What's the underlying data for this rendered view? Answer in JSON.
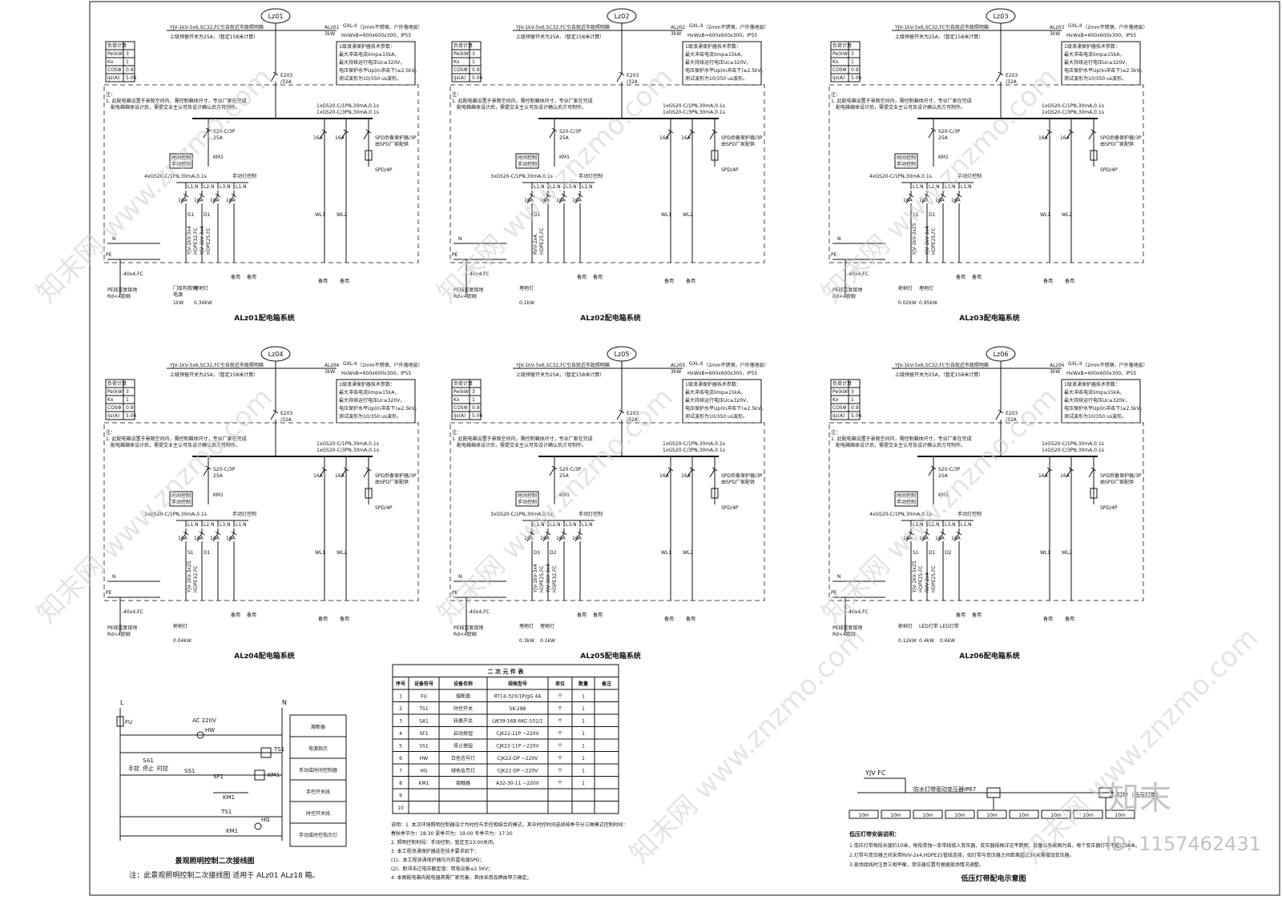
{
  "common": {
    "feeder_cable": "YJV-1kV-5x6,SC32,FC引自就近市政照明箱",
    "upper_breaker": "上级预留开关为25A，（暂定158米计算）",
    "box_model": "GXL-II",
    "box_spec": "（2mm不锈钢，户外落地层）",
    "box_dims": "HxWxB=600x600x300，IP55",
    "power": "3kW",
    "load_table": [
      [
        "负荷计算",
        ""
      ],
      [
        "Pe(kW)",
        "3"
      ],
      [
        "Kx",
        "1"
      ],
      [
        "COSΦ",
        "0.9"
      ],
      [
        "Ijs(A)",
        "5.06"
      ]
    ],
    "spd_notes": [
      "1级浪涌保护器技术参数：",
      "最大冲击电流Iimp≥15kA，",
      "最大持续运行电压Uc≥320V，",
      "电压保护水平Up(In冲击下)≤2.5kV，",
      "测试波形为10/350 us波形。"
    ],
    "note_title": "注：",
    "note_lines": [
      "1. 此配电箱设置于景观空间内，需控制箱体尺寸，专业厂家在完成",
      "配电箱箱体设计后，需提交业主认可及设计确认后方可制作。"
    ],
    "main_breaker": [
      "E203",
      "/32A"
    ],
    "branch_rcbo_1": "1xGS20-C/1PN,30mA,0.1s",
    "branch_rcbo_3": "1xGS20-C/3PN,30mA,0.1s",
    "contactor_breaker": [
      "S20-C/3P",
      "25A"
    ],
    "km1": "KM1",
    "timer_control": [
      "时间控制",
      "手动控制"
    ],
    "spd_text": [
      "SPD后备保护器/3P",
      "由SPD厂家配供"
    ],
    "spd_label": "SPD/4P",
    "manual_control": "手动灯控制",
    "phase_labels": [
      "L1,N",
      "L2,N",
      "L3,N",
      "L1,N"
    ],
    "branch_amp": "16A",
    "wl1": "WL1",
    "wl2": "WL2",
    "spare": "备用",
    "n_label": "N",
    "pe_label": "PE",
    "earth_flat": "-40x4,FC",
    "earth_note": [
      "PE线重复接地",
      "Rd<4欧姆"
    ]
  },
  "boxes": [
    {
      "title": "ALz01配电箱系统",
      "bubble": "Lz01",
      "box_code": "ALz01",
      "rcbo": "4xGS20-C/1PN,30mA,0.1s",
      "outs": [
        "G1",
        "D1"
      ],
      "cables": [
        "YJV-1kV-3x4",
        "HDPE32,FC",
        "YJV-1kV-3x4",
        "HDPE25,FC"
      ],
      "loads": [
        [
          "门厚构筑物",
          "电源",
          "1kW"
        ],
        [
          "埋地灯",
          "",
          "0.34kW"
        ]
      ]
    },
    {
      "title": "ALz02配电箱系统",
      "bubble": "Lz02",
      "box_code": "ALz02",
      "rcbo": "3xGS20-C/1PN,30mA,0.1s",
      "outs": [
        "D1",
        ""
      ],
      "cables": [
        "RVV-2x4,",
        "HDPE25,FC",
        "",
        ""
      ],
      "loads": [
        [
          "埋地灯",
          "",
          "0.1kW"
        ]
      ]
    },
    {
      "title": "ALz03配电箱系统",
      "bubble": "Lz03",
      "box_code": "ALz03",
      "rcbo": "4xGS20-C/1PN,30mA,0.1s",
      "outs": [
        "S1",
        "D1"
      ],
      "cables": [
        "YJV-1kV-3x25",
        "",
        "YJV-1kV-3x4",
        "HDPE25,FC"
      ],
      "loads": [
        [
          "射树灯",
          "",
          "0.02kW"
        ],
        [
          "埋地灯",
          "",
          "0.95kW"
        ]
      ]
    },
    {
      "title": "ALz04配电箱系统",
      "bubble": "Lz04",
      "box_code": "ALz04",
      "rcbo": "3xGS20-C/1PN,30mA,0.1s",
      "outs": [
        "S1",
        "D1"
      ],
      "cables": [
        "YJV-1kV-3x25",
        "HDPE32,FC",
        "",
        ""
      ],
      "loads": [
        [
          "射树灯",
          "",
          "0.04kW"
        ]
      ]
    },
    {
      "title": "ALz05配电箱系统",
      "bubble": "Lz05",
      "box_code": "ALz05",
      "rcbo": "3xGS20-C/1PN,30mA,0.1s",
      "outs": [
        "D1",
        "D2"
      ],
      "cables": [
        "YJV-1kV-3x4",
        "HDPE25,FC",
        "YJV-1kV-3x4",
        "HDPE32,FC"
      ],
      "loads": [
        [
          "埋地灯",
          "",
          "0.3kW"
        ],
        [
          "埋地灯",
          "",
          "0.1kW"
        ]
      ]
    },
    {
      "title": "ALz06配电箱系统",
      "bubble": "Lz06",
      "box_code": "ALz06",
      "rcbo": "4xGS20-C/1PN,30mA,0.1s",
      "outs": [
        "S1",
        "D1",
        "D2"
      ],
      "cables": [
        "YJV-1kV-3x25",
        "HDPE25,FC",
        "RVV-2x4",
        "HDPE25,FC"
      ],
      "loads": [
        [
          "射树灯",
          "",
          "0.12kW"
        ],
        [
          "LED灯带",
          "",
          "0.4kW"
        ],
        [
          "LED灯带",
          "",
          "0.6kW"
        ]
      ]
    }
  ],
  "control": {
    "title": "景观照明控制二次接线图",
    "footnote": "注：此景观照明控制二次接线图 适用于 ALz01 ALz18 箱。",
    "ac": "AC 220V",
    "labels": {
      "L": "L",
      "N": "N",
      "FU": "FU",
      "HW": "HW",
      "TS1": "TS1",
      "SA1": "SA1",
      "SS1": "SS1",
      "SF1": "SF1",
      "KM1": "KM1",
      "HG": "HG",
      "manual": "手控",
      "stop": "停止",
      "timer": "时控"
    },
    "legend": [
      "熔断器",
      "电源指示",
      "手动或时间控制器",
      "手控开关线",
      "时控开关线",
      "手动或时控指示灯"
    ]
  },
  "table": {
    "title": "二 次 元 件 表",
    "headers": [
      "序号",
      "设备符号",
      "设备名称",
      "规格型号",
      "单位",
      "数量",
      "备注"
    ],
    "rows": [
      [
        "1",
        "FU",
        "熔断器",
        "RT14-32X/1P/gG 4A",
        "个",
        "1",
        ""
      ],
      [
        "2",
        "TS1",
        "时控开关",
        "SK-288",
        "个",
        "1",
        ""
      ],
      [
        "3",
        "SA1",
        "转换开关",
        "LW39-16B-6KC-101/1",
        "个",
        "1",
        ""
      ],
      [
        "4",
        "SF1",
        "启动按钮",
        "CJK22-11P ~220V",
        "个",
        "1",
        ""
      ],
      [
        "5",
        "SS1",
        "停止按钮",
        "CJK22-11P ~220V",
        "个",
        "1",
        ""
      ],
      [
        "6",
        "HW",
        "白色信号灯",
        "CJK22-DP ~220V",
        "个",
        "1",
        ""
      ],
      [
        "7",
        "HG",
        "绿色信号灯",
        "CJK22-DP ~220V",
        "个",
        "1",
        ""
      ],
      [
        "8",
        "KM1",
        "接触器",
        "A32-30-11 ~220V",
        "个",
        "1",
        ""
      ],
      [
        "9",
        "",
        "",
        "",
        "",
        "",
        ""
      ],
      [
        "10",
        "",
        "",
        "",
        "",
        "",
        ""
      ]
    ],
    "notes": [
      "说明：1. 本次环境照明控制器设计为时控与手控相结合的模式，其中时控时间选择按季节分三种模式控制时间：",
      "     春秋季节为：18:30  夏季节为：19:00  冬季节为：17:30",
      "2. 照明控制时段：手动控制，暂定至23:00关闭。",
      "3. 本工程浪涌保护器选型技术要求如下：",
      "  (1)、本工程浪涌保护器均为防雷电源SPD；",
      "  (2)、耐冲击过电压额定值：用电设备≤2.5KV；",
      "4. 本图配电箱内配电器具需厂家完善，具体采用品牌由甲方确定。"
    ]
  },
  "lv": {
    "title": "低压灯带配电示意图",
    "cable": "YJV FC",
    "transformer": "防水灯带驱动变压器IP67",
    "belt": "灯带（低压灯带）",
    "seg": "10m",
    "seg_count": 9,
    "notes_title": "低压灯带安装说明：",
    "notes": [
      "1.低压灯带每段长度约10米，每段单独一条带线接入变压器，变压器规格详见平面图，数量以系统图为准，每个变压器灯带不超过38米。",
      "2.灯带与变压器之间采用RVV-2x4,HDPE25管线连接，如灯带与变压器之间距离超过38米需增加变压器。",
      "3.现场接线时注意三相平衡，变压器位置可根据现场情况调整。"
    ]
  },
  "watermark": {
    "site": "www.znzmo.com",
    "brand": "知末网",
    "logo": "知末",
    "id": "ID: 1157462431"
  }
}
